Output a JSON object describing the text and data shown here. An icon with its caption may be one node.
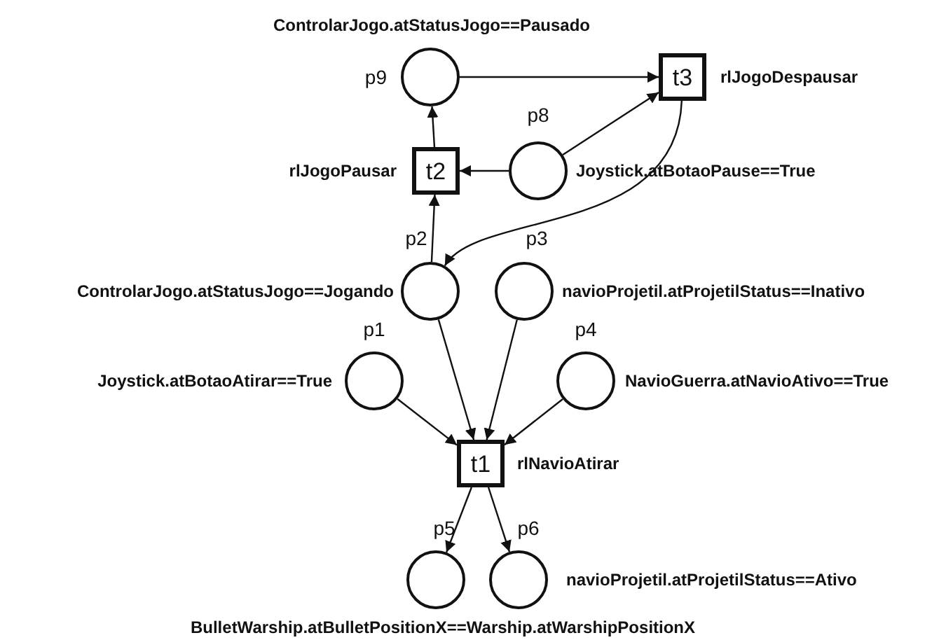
{
  "diagram": {
    "nodes": [
      {
        "text": [],
        "shape": "circle",
        "beside": [
          "p9",
          "ControlarJogo.atStatusJogo==Pausado"
        ]
      },
      {
        "text": [
          "t3"
        ],
        "beside": [
          "rlJogoDespausar"
        ]
      },
      {
        "text": [
          "t2"
        ],
        "beside": [
          "rlJogoPausar"
        ]
      },
      {
        "text": [],
        "shape": "circle",
        "beside": [
          "p8",
          "Joystick.atBotaoPause==True"
        ]
      },
      {
        "text": [],
        "shape": "circle",
        "beside": [
          "p2",
          "ControlarJogo.atStatusJogo==Jogando"
        ]
      },
      {
        "text": [],
        "shape": "circle",
        "beside": [
          "p3",
          "navioProjetil.atProjetilStatus==Inativo"
        ]
      },
      {
        "text": [],
        "shape": "circle",
        "beside": [
          "p1",
          "Joystick.atBotaoAtirar==True"
        ]
      },
      {
        "text": [],
        "shape": "circle",
        "beside": [
          "p4",
          "NavioGuerra.atNavioAtivo==True"
        ]
      },
      {
        "text": [
          "t1"
        ],
        "beside": [
          "rlNavioAtirar"
        ]
      },
      {
        "text": [],
        "shape": "circle",
        "beside": [
          "p5",
          "BulletWarship.atBulletPositionX==Warship.atWarshipPositionX"
        ]
      },
      {
        "text": [],
        "shape": "circle",
        "beside": [
          "p6",
          "navioProjetil.atProjetilStatus==Ativo"
        ]
      }
    ],
    "edges": [
      {
        "from": 0,
        "to": 1,
        "arrow": "to"
      },
      {
        "from": 3,
        "to": 1,
        "arrow": "to"
      },
      {
        "from": 3,
        "to": 2,
        "arrow": "to"
      },
      {
        "from": 2,
        "to": 0,
        "arrow": "to"
      },
      {
        "from": 4,
        "to": 2,
        "arrow": "to"
      },
      {
        "from": 1,
        "to": 4,
        "arrow": "to"
      },
      {
        "from": 4,
        "to": 8,
        "arrow": "to"
      },
      {
        "from": 5,
        "to": 8,
        "arrow": "to"
      },
      {
        "from": 6,
        "to": 8,
        "arrow": "to"
      },
      {
        "from": 7,
        "to": 8,
        "arrow": "to"
      },
      {
        "from": 8,
        "to": 9,
        "arrow": "to"
      },
      {
        "from": 8,
        "to": 10,
        "arrow": "to"
      }
    ]
  }
}
